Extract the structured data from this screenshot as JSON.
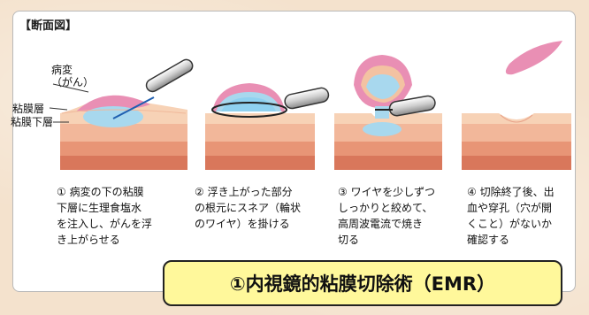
{
  "heading": "【断面図】",
  "labels": {
    "lesion": "病変\n（がん）",
    "mucosa": "粘膜層",
    "submucosa": "粘膜下層"
  },
  "steps": [
    "① 病変の下の粘膜\n下層に生理食塩水\nを注入し、がんを浮\nき上がらせる",
    "② 浮き上がった部分\nの根元にスネア（輪状\nのワイヤ）を掛ける",
    "③ ワイヤを少しずつ\nしっかりと絞めて、\n高周波電流で焼き\n切る",
    "④ 切除終了後、出\n血や穿孔（穴が開\nくこと）がないか\n確認する"
  ],
  "title": "①内視鏡的粘膜切除術（EMR）",
  "colors": {
    "lesion": "#e98fb4",
    "mucosa": "#f3c2a2",
    "submucosa_fluid": "#a8d8ee",
    "band_light": "#f2b79a",
    "band_mid": "#e89576",
    "band_deep": "#d9775b",
    "badge_bg": "#fff89b"
  },
  "icons": {
    "instrument": "endoscope-instrument-icon",
    "needle": "injection-needle-icon",
    "snare": "snare-loop-icon"
  }
}
